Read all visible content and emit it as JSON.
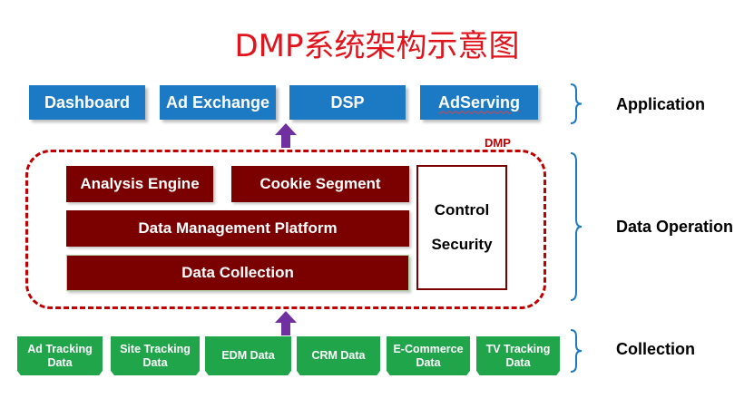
{
  "title": "DMP系统架构示意图",
  "application": {
    "boxes": [
      {
        "label": "Dashboard"
      },
      {
        "label": "Ad Exchange"
      },
      {
        "label": "DSP"
      },
      {
        "label": "AdServing"
      }
    ]
  },
  "dmp": {
    "label": "DMP",
    "analysis_engine": "Analysis Engine",
    "cookie_segment": "Cookie Segment",
    "data_management_platform": "Data Management Platform",
    "data_collection": "Data Collection",
    "control": "Control",
    "security": "Security"
  },
  "collection": {
    "sources": [
      {
        "line1": "Ad Tracking",
        "line2": "Data"
      },
      {
        "line1": "Site Tracking",
        "line2": "Data"
      },
      {
        "line1": "EDM Data",
        "line2": ""
      },
      {
        "line1": "CRM Data",
        "line2": ""
      },
      {
        "line1": "E-Commerce",
        "line2": "Data"
      },
      {
        "line1": "TV Tracking",
        "line2": "Data"
      }
    ]
  },
  "layers": {
    "application": "Application",
    "data_operation": "Data Operation",
    "collection": "Collection"
  },
  "colors": {
    "title": "#e0141c",
    "app_blue": "#1c7ac4",
    "dmp_dark_red": "#7b0000",
    "dmp_frame_red": "#c00000",
    "source_green": "#21a54b",
    "arrow_purple": "#7030a0",
    "brace_blue": "#1c7ac4"
  }
}
